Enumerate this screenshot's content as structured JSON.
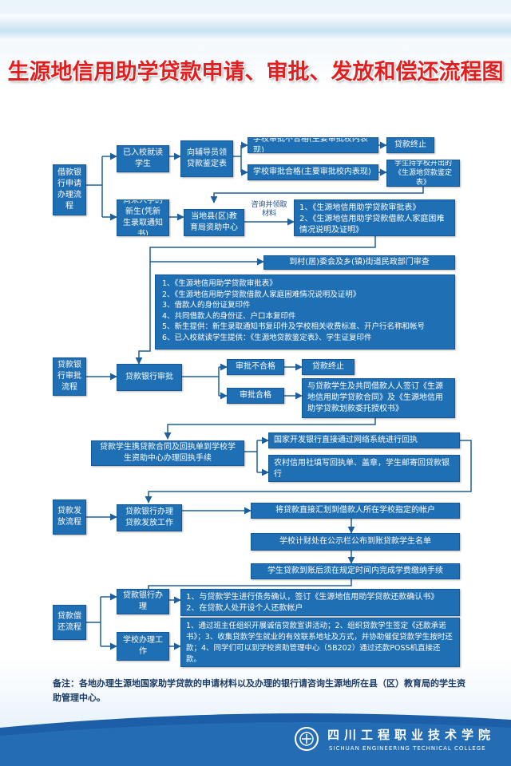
{
  "title": "生源地信用助学贷款申请、审批、发放和偿还流程图",
  "sections": {
    "apply": "借款银行申请办理流程",
    "approve": "贷款银行审批流程",
    "issue": "贷款发放流程",
    "repay": "贷款偿还流程"
  },
  "apply": {
    "enrolled": "已入校就读学生",
    "counselor": "向辅导员领贷款鉴定表",
    "school_fail": "学校审批不合格(主要审批校内表现)",
    "loan_end_1": "贷款终止",
    "school_pass": "学校审批合格(主要审批校内表现)",
    "appraisal": "学生持学校开出的《生源地贷款鉴定表》",
    "freshman": "尚未入学的新生(凭新生录取通知书)",
    "consult_label": "咨询并领取材料",
    "county": "当地县(区)教育局资助中心",
    "materials_1": "1、《生源地信用助学贷款审批表》",
    "materials_2": "2、《生源地信用助学贷款借款人家庭困难情况说明及证明》",
    "village": "到村(居)委会及乡(镇)街道民政部门审查",
    "docs": [
      "1、《生源地信用助学贷款审批表》",
      "2、《生源地信用助学贷款借款人家庭困难情况说明及证明》",
      "3、借款人的身份证复印件",
      "4、共同借款人的身份证、户口本复印件",
      "5、新生提供：新生录取通知书复印件及学校相关收费标准、开户行名称和帐号",
      "6、已入校就读学生提供：《生源地贷款鉴定表》、学生证复印件"
    ]
  },
  "approve": {
    "bank": "贷款银行审批",
    "fail": "审批不合格",
    "loan_end_2": "贷款终止",
    "pass": "审批合格",
    "contract": "与贷款学生及共同借款人人签订《生源地信用助学贷款合同》及《生源地信用助学贷款划款委托授权书》"
  },
  "receipt": {
    "student": "贷款学生携贷款合同及回执单到学校学生资助中心办理回执手续",
    "cdb": "国家开发银行直接通过网络系统进行回执",
    "rural": "农村信用社填写回执单、盖章，学生邮寄回贷款银行"
  },
  "issue": {
    "bank": "贷款银行办理贷款发放工作",
    "step1": "将贷款直接汇划到借款人所在学校指定的帐户",
    "step2": "学校计财处在公示栏公布到账贷款学生名单",
    "step3": "学生贷款到账后须在规定时间内完成学费缴纳手续"
  },
  "repay": {
    "bank": "贷款银行办理",
    "bank_detail_1": "1、与贷款学生进行债务确认，签订《生源地信用助学贷款还款确认书》",
    "bank_detail_2": "2、在贷款人处开设个人还款帐户",
    "school": "学校办理工作",
    "school_detail": "1、通过班主任组织开展诚信贷款宣讲活动；2、组织贷款学生签定《还款承诺书》；3、收集贷款学生就业的有效联系地址及方式，并协助催促贷款学生按时还款；4、同学们可以到学校资助管理中心（5B202）通过还款POSS机直接还款。"
  },
  "note": "备注：各地办理生源地国家助学贷款的申请材料以及办理的银行请咨询生源地所在县（区）教育局的学生资助管理中心。",
  "footer": {
    "school_name": "四川工程职业技术学院",
    "school_name_en": "SICHUAN ENGINEERING TECHNICAL COLLEGE"
  },
  "colors": {
    "box": "#1f6fb5",
    "title": "#e02020",
    "footer": "#1c5fa8",
    "line": "#1f5f9e"
  }
}
